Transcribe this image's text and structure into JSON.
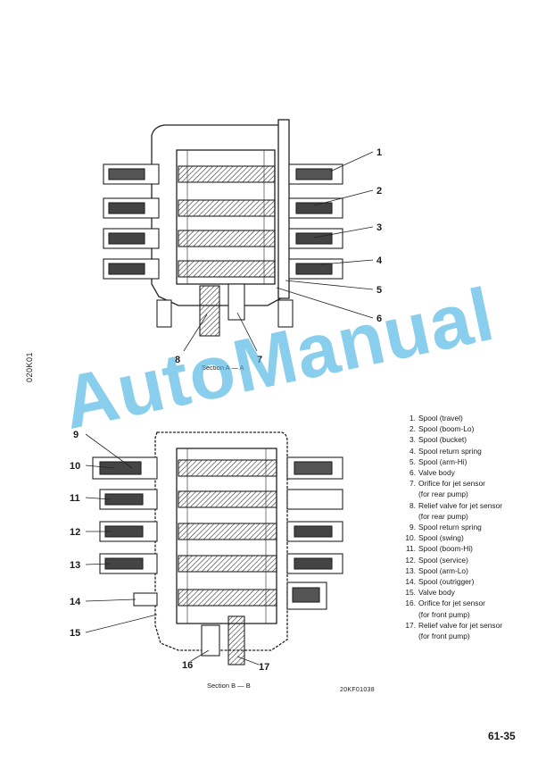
{
  "side_code": "020K01",
  "section_a_caption": "Section A — A",
  "section_b_caption": "Section B — B",
  "drawing_code": "20KF01038",
  "page_number": "61-35",
  "watermark": "AutoManual",
  "callouts_a": [
    "1",
    "2",
    "3",
    "4",
    "5",
    "6",
    "7",
    "8"
  ],
  "callouts_b": [
    "9",
    "10",
    "11",
    "12",
    "13",
    "14",
    "15",
    "16",
    "17"
  ],
  "legend": [
    {
      "n": "1.",
      "t": "Spool (travel)"
    },
    {
      "n": "2.",
      "t": "Spool (boom-Lo)"
    },
    {
      "n": "3.",
      "t": "Spool (bucket)"
    },
    {
      "n": "4.",
      "t": "Spool return spring"
    },
    {
      "n": "5.",
      "t": "Spool (arm-Hi)"
    },
    {
      "n": "6.",
      "t": "Valve body"
    },
    {
      "n": "7.",
      "t": "Orifice for jet sensor",
      "t2": "(for rear pump)"
    },
    {
      "n": "8.",
      "t": "Relief valve for jet sensor",
      "t2": "(for rear pump)"
    },
    {
      "n": "9.",
      "t": "Spool return spring"
    },
    {
      "n": "10.",
      "t": "Spool (swing)"
    },
    {
      "n": "11.",
      "t": "Spool (boom-Hi)"
    },
    {
      "n": "12.",
      "t": "Spool (service)"
    },
    {
      "n": "13.",
      "t": "Spool (arm-Lo)"
    },
    {
      "n": "14.",
      "t": "Spool (outrigger)"
    },
    {
      "n": "15.",
      "t": "Valve body"
    },
    {
      "n": "16.",
      "t": "Orifice for jet sensor",
      "t2": "(for front pump)"
    },
    {
      "n": "17.",
      "t": "Relief valve for jet sensor",
      "t2": "(for front pump)"
    }
  ]
}
